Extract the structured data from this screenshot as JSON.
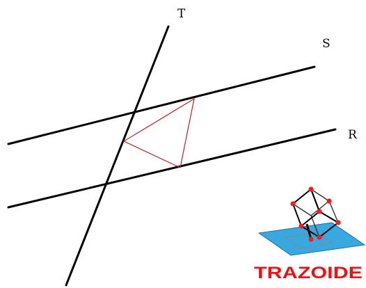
{
  "diagram": {
    "lines": [
      {
        "id": "T",
        "label": "T"
      },
      {
        "id": "S",
        "label": "S"
      },
      {
        "id": "R",
        "label": "R"
      }
    ],
    "colors": {
      "lines": "#000000",
      "triangle": "#b22222",
      "logo_plane": "#3aa8e0",
      "logo_dots": "#ff1a1a"
    }
  },
  "logo": {
    "text": "TRAZOIDE",
    "icon": "cube-on-plane-icon"
  }
}
